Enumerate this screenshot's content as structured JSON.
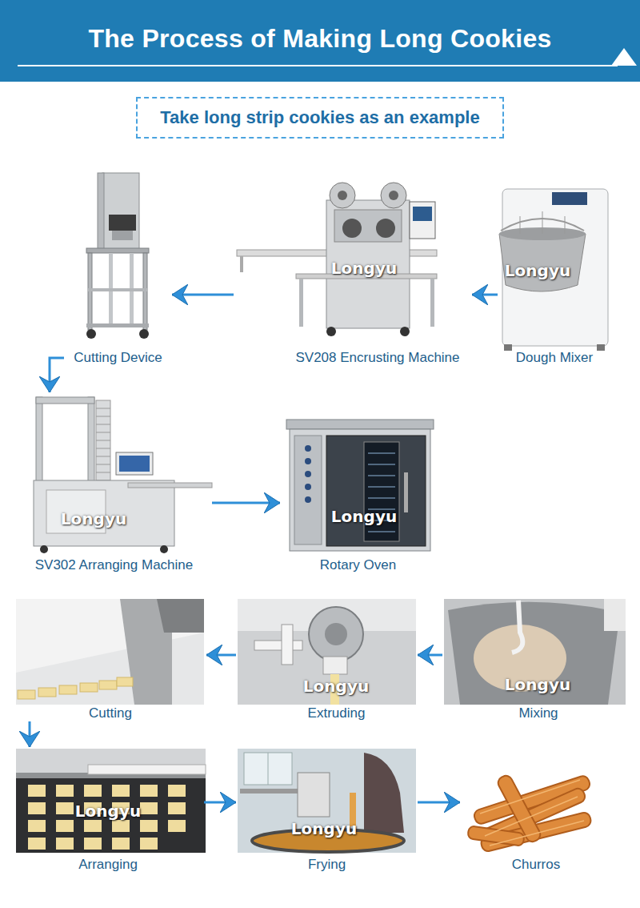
{
  "diagram": {
    "title": "The Process of Making Long Cookies",
    "nodes": [
      {
        "text": [
          "Take long strip cookies as an example"
        ]
      },
      {
        "text": [
          "Cutting Device"
        ]
      },
      {
        "text": [
          "SV208 Encrusting Machine"
        ]
      },
      {
        "text": [
          "Dough Mixer"
        ]
      },
      {
        "text": [
          "SV302 Arranging Machine"
        ]
      },
      {
        "text": [
          "Rotary Oven"
        ]
      },
      {
        "text": [
          "Cutting"
        ]
      },
      {
        "text": [
          "Extruding"
        ]
      },
      {
        "text": [
          "Mixing"
        ]
      },
      {
        "text": [
          "Arranging"
        ]
      },
      {
        "text": [
          "Frying"
        ]
      },
      {
        "text": [
          "Churros"
        ]
      }
    ],
    "edges": [
      {
        "from": 3,
        "to": 2,
        "arrow": "to"
      },
      {
        "from": 2,
        "to": 1,
        "arrow": "to"
      },
      {
        "from": 1,
        "to": 4,
        "arrow": "to"
      },
      {
        "from": 4,
        "to": 5,
        "arrow": "to"
      },
      {
        "from": 8,
        "to": 7,
        "arrow": "to"
      },
      {
        "from": 7,
        "to": 6,
        "arrow": "to"
      },
      {
        "from": 6,
        "to": 9,
        "arrow": "to"
      },
      {
        "from": 9,
        "to": 10,
        "arrow": "to"
      },
      {
        "from": 10,
        "to": 11,
        "arrow": "to"
      }
    ],
    "labels": [
      "Longyu",
      "Longyu",
      "Longyu",
      "Longyu",
      "Longyu",
      "Longyu",
      "Longyu",
      "Longyu"
    ]
  }
}
